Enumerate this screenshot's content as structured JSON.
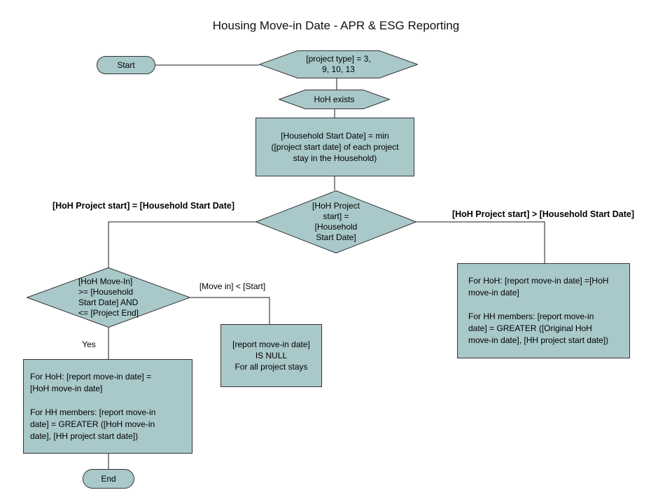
{
  "title": "Housing Move-in Date - APR & ESG Reporting",
  "colors": {
    "node_fill": "#a9c8ca",
    "node_border": "#333333",
    "line": "#1a1a1a"
  },
  "nodes": {
    "start": {
      "label": "Start"
    },
    "project_type": {
      "label": "[project type] = 3,\n9, 10, 13"
    },
    "hoh_exists": {
      "label": "HoH exists"
    },
    "household_start": {
      "label": "[Household Start Date] = min\n([project start date] of each project\nstay in the Household)"
    },
    "hoh_equals": {
      "label": "[HoH Project\nstart] =\n[Household\nStart Date]"
    },
    "hoh_movein_range": {
      "label": "[HoH Move-In]\n>= [Household\nStart Date] AND\n<= [Project End]"
    },
    "report_null": {
      "label": "[report move-in date]\nIS NULL\nFor all project stays"
    },
    "left_result": {
      "label": "For HoH: [report move-in date] =\n[HoH move-in date]\n\nFor HH members: [report move-in\ndate] = GREATER ([HoH move-in\ndate], [HH project start date])"
    },
    "right_result": {
      "label": "For HoH: [report move-in date] =[HoH\nmove-in date]\n\nFor HH members: [report move-in\ndate] = GREATER ([Original HoH\nmove-in date], [HH project start date])"
    },
    "end": {
      "label": "End"
    }
  },
  "edge_labels": {
    "equal_branch": "[HoH Project start] = [Household Start Date]",
    "greater_branch": "[HoH Project start] > [Household Start Date]",
    "yes": "Yes",
    "move_in_less": "[Move in] < [Start]"
  }
}
